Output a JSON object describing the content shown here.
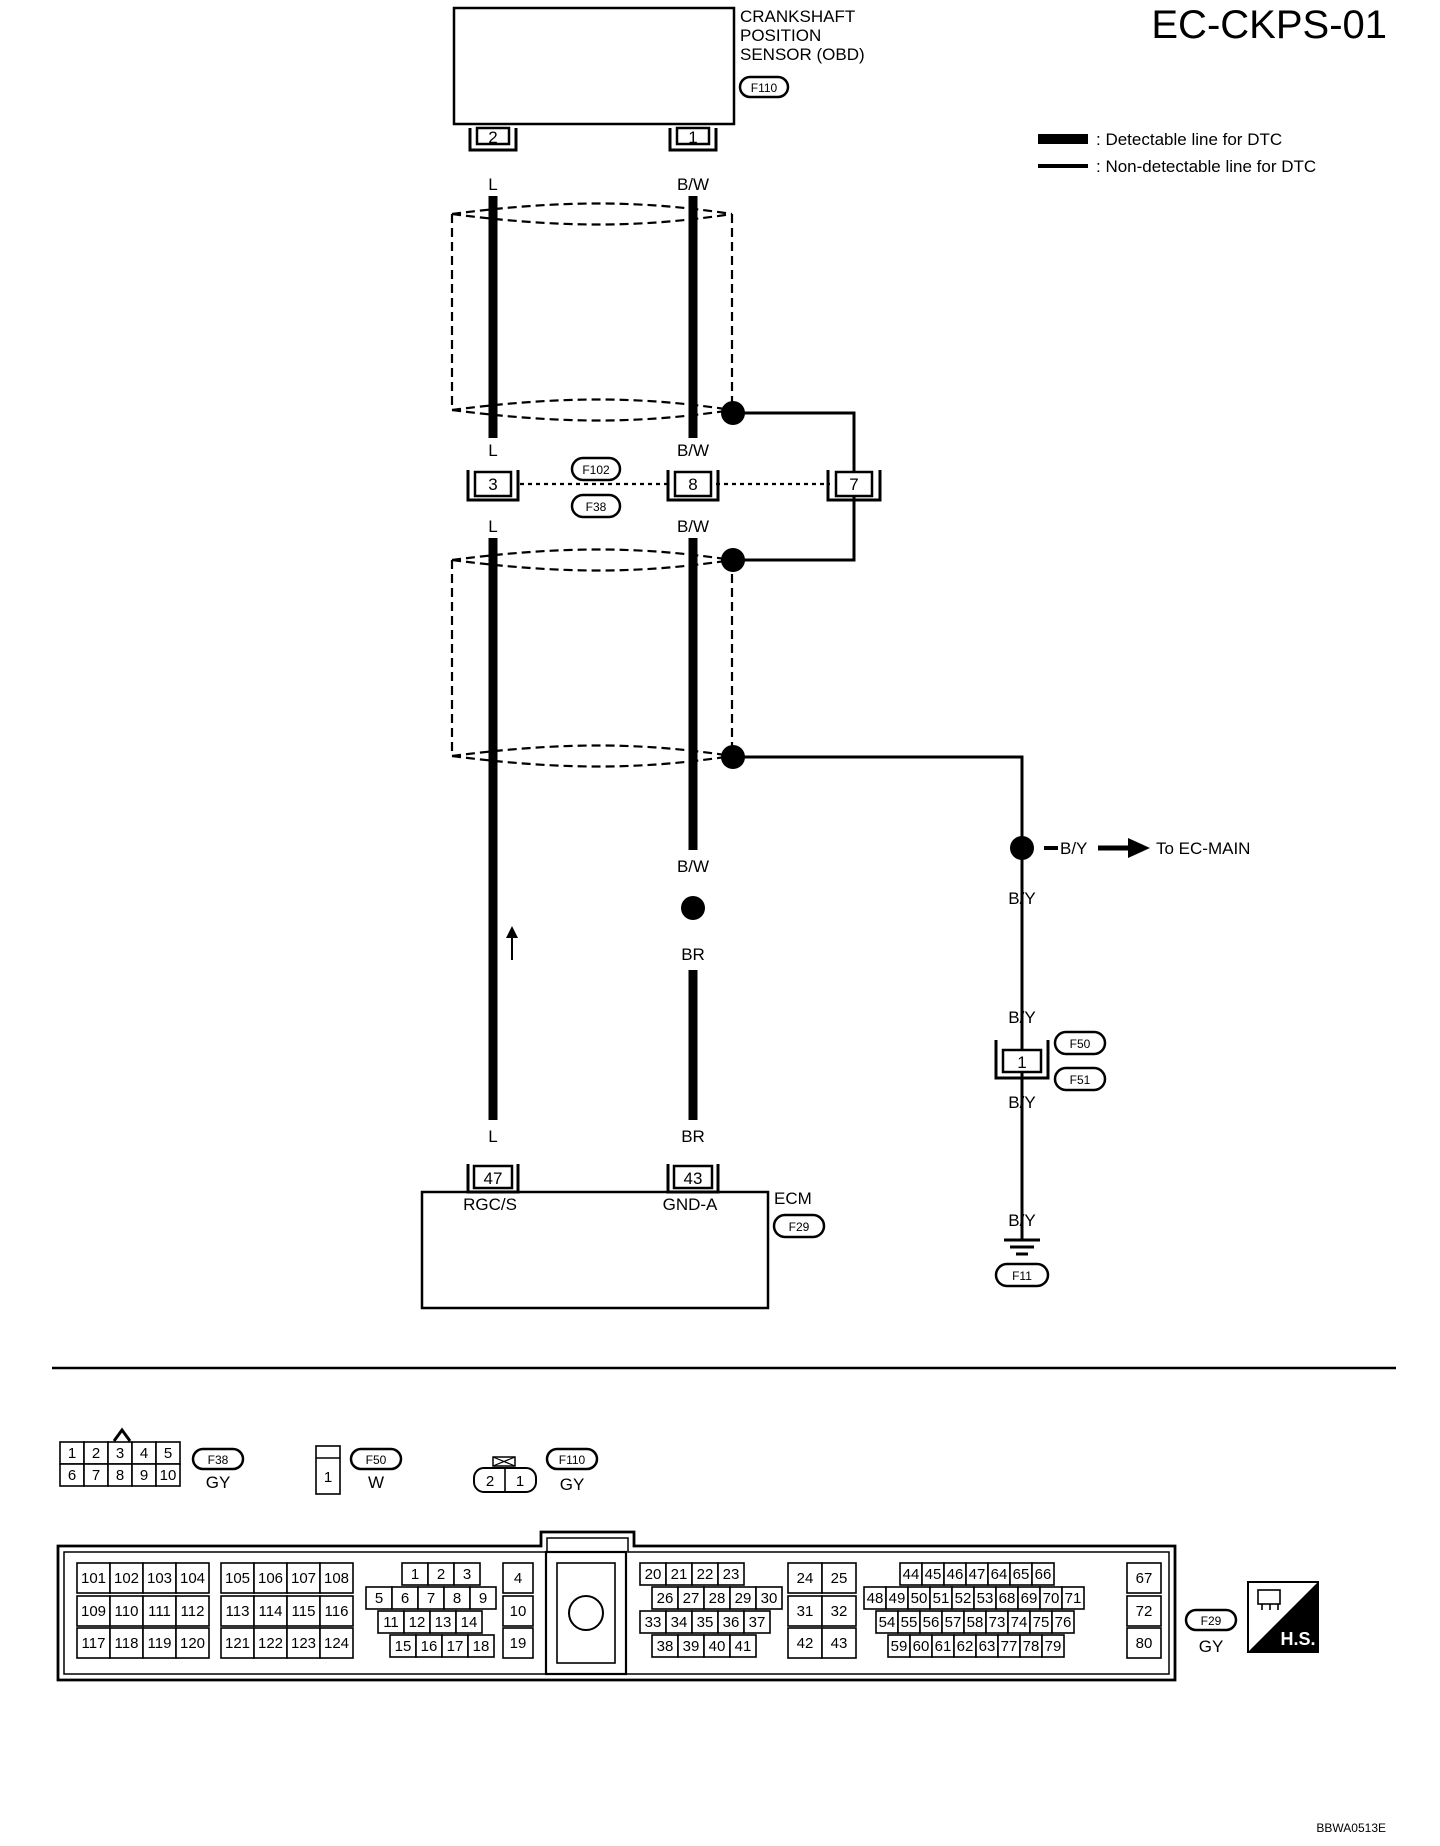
{
  "title": "EC-CKPS-01",
  "legend": {
    "detectable": ": Detectable line for DTC",
    "non_detectable": ": Non-detectable line for DTC"
  },
  "sensor": {
    "name_line1": "CRANKSHAFT",
    "name_line2": "POSITION",
    "name_line3": "SENSOR (OBD)",
    "connector": "F110",
    "pin_left": "2",
    "pin_right": "1"
  },
  "wires": {
    "l": "L",
    "bw": "B/W",
    "br": "BR",
    "by": "B/Y"
  },
  "joint_connector": {
    "code_top": "F102",
    "code_bottom": "F38",
    "pin_left": "3",
    "pin_mid": "8",
    "pin_right": "7"
  },
  "to_main": "To EC-MAIN",
  "ground_connector": {
    "pin": "1",
    "code_top": "F50",
    "code_bottom": "F51",
    "ground_code": "F11"
  },
  "ecm": {
    "name": "ECM",
    "connector": "F29",
    "pin_left": "47",
    "pin_right": "43",
    "term_left": "RGC/S",
    "term_right": "GND-A"
  },
  "connector_views": {
    "f38": {
      "code": "F38",
      "color": "GY",
      "top_row": [
        "1",
        "2",
        "3",
        "4",
        "5"
      ],
      "bottom_row": [
        "6",
        "7",
        "8",
        "9",
        "10"
      ]
    },
    "f50": {
      "code": "F50",
      "color": "W",
      "cavity": "1"
    },
    "f110": {
      "code": "F110",
      "color": "GY",
      "cavities": [
        "2",
        "1"
      ]
    },
    "f29": {
      "code": "F29",
      "color": "GY",
      "block1": [
        [
          "101",
          "102",
          "103",
          "104"
        ],
        [
          "109",
          "110",
          "111",
          "112"
        ],
        [
          "117",
          "118",
          "119",
          "120"
        ]
      ],
      "block2": [
        [
          "105",
          "106",
          "107",
          "108"
        ],
        [
          "113",
          "114",
          "115",
          "116"
        ],
        [
          "121",
          "122",
          "123",
          "124"
        ]
      ],
      "block3": [
        [
          "1",
          "2",
          "3"
        ],
        [
          "5",
          "6",
          "7",
          "8",
          "9"
        ],
        [
          "11",
          "12",
          "13",
          "14"
        ],
        [
          "15",
          "16",
          "17",
          "18"
        ]
      ],
      "block4": [
        "4",
        "10",
        "19"
      ],
      "block5": [
        [
          "20",
          "21",
          "22",
          "23"
        ],
        [
          "26",
          "27",
          "28",
          "29",
          "30"
        ],
        [
          "33",
          "34",
          "35",
          "36",
          "37"
        ],
        [
          "38",
          "39",
          "40",
          "41"
        ]
      ],
      "block6": [
        [
          "24",
          "25"
        ],
        [
          "31",
          "32"
        ],
        [
          "42",
          "43"
        ]
      ],
      "block7": [
        [
          "44",
          "45",
          "46",
          "47",
          "64",
          "65",
          "66"
        ],
        [
          "48",
          "49",
          "50",
          "51",
          "52",
          "53",
          "68",
          "69",
          "70",
          "71"
        ],
        [
          "54",
          "55",
          "56",
          "57",
          "58",
          "73",
          "74",
          "75",
          "76"
        ],
        [
          "59",
          "60",
          "61",
          "62",
          "63",
          "77",
          "78",
          "79"
        ]
      ],
      "block8": [
        "67",
        "72",
        "80"
      ]
    }
  },
  "hs_badge": "H.S.",
  "figure_code": "BBWA0513E"
}
